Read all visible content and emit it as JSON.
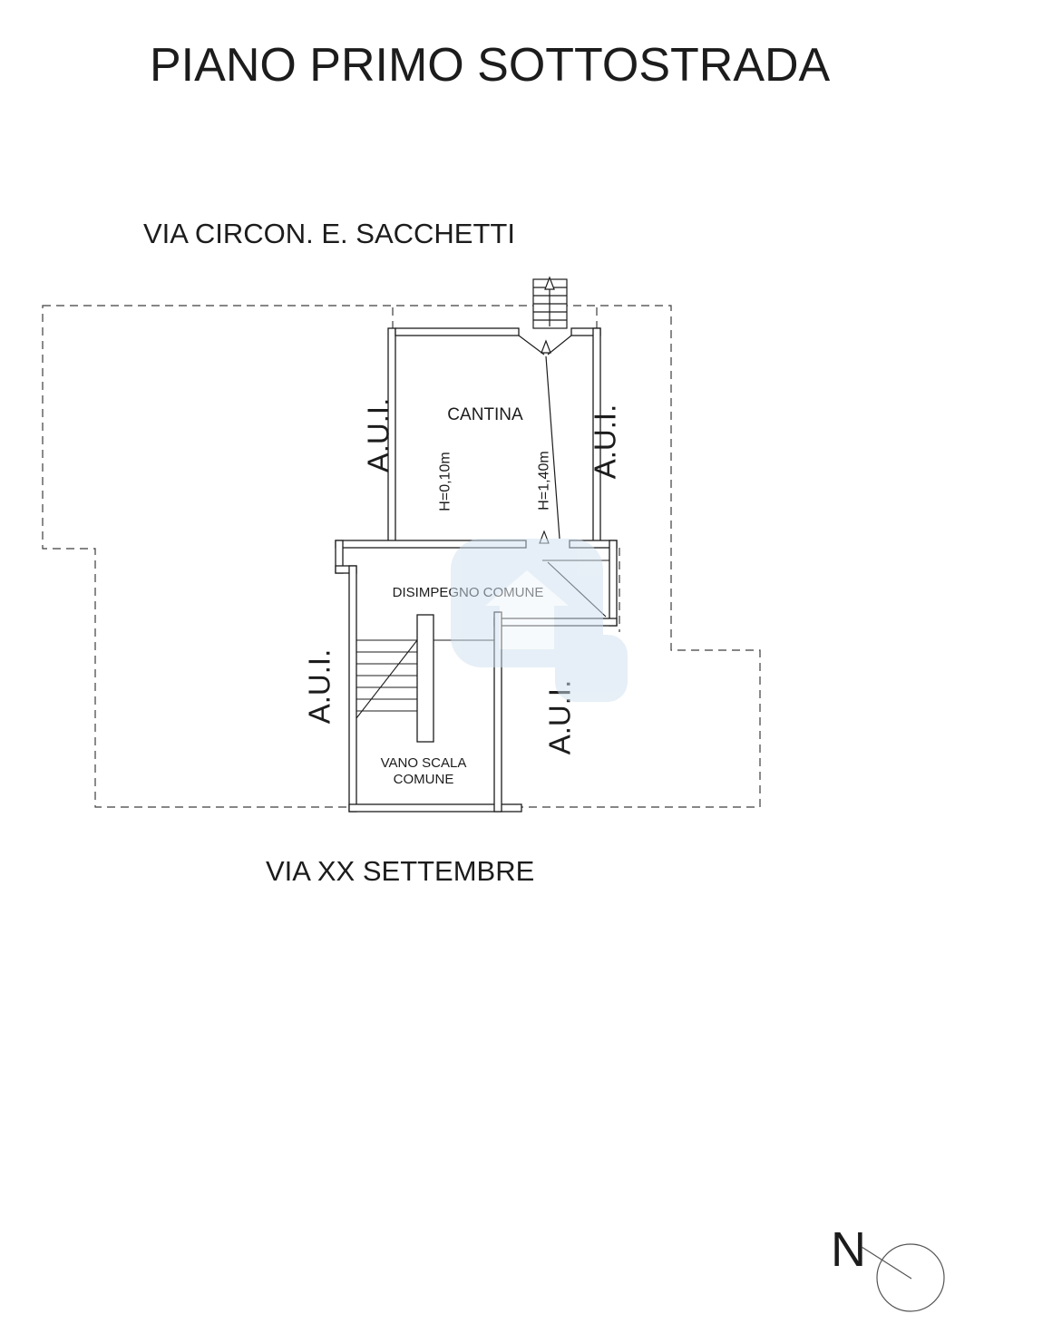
{
  "title": "PIANO PRIMO SOTTOSTRADA",
  "streets": {
    "top": "VIA CIRCON. E. SACCHETTI",
    "bottom": "VIA XX SETTEMBRE"
  },
  "rooms": {
    "cantina": {
      "label": "CANTINA",
      "height_left": "H=0,10m",
      "height_right": "H=1,40m"
    },
    "disimpegno": {
      "label": "DISIMPEGNO COMUNE"
    },
    "vano_scala": {
      "line1": "VANO SCALA",
      "line2": "COMUNE"
    }
  },
  "area_labels": {
    "aui": "A.U.I."
  },
  "compass": {
    "north": "N"
  },
  "colors": {
    "ink": "#1c1c1c",
    "dashed_line": "#3d3d3d",
    "watermark_blue": "#cfe0f0"
  }
}
